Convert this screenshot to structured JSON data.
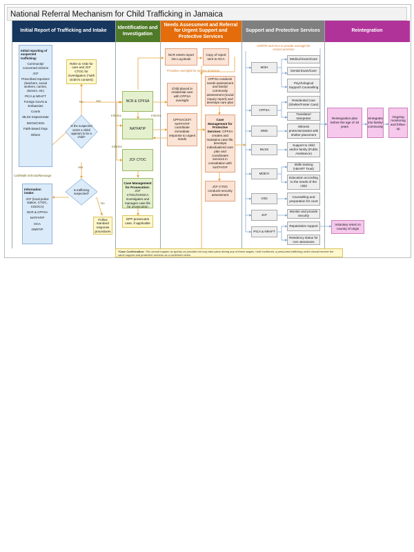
{
  "title": "National Referral Mechanism for Child Trafficking in Jamaica",
  "columns": [
    {
      "label": "Initial Report of Trafficking and Intake",
      "color": "#17375e"
    },
    {
      "label": "Identification and Investigation",
      "color": "#4f7a28"
    },
    {
      "label": "Needs Assessment and Referral for Urgent Support and Protective Services",
      "color": "#e46c0a"
    },
    {
      "label": "Support and Protective Services",
      "color": "#7f7f7f"
    },
    {
      "label": "Reintegration",
      "color": "#b0339a"
    }
  ],
  "intake": {
    "reporting_heading": "Initial reporting of suspected trafficking:",
    "reporters": [
      "Community/ concerned citizens",
      "JCF",
      "Prescribed reporters (teachers, social workers, nurses, doctors, etc)",
      "PICA & NRAFT",
      "Foreign Gov'ts & Embassies",
      "Courts",
      "MLSS Inspectorate",
      "NGOs/CSOs",
      "Faith-based Orgs",
      "Others"
    ],
    "intake_heading": "Information intake:",
    "intake_items": [
      "JCF (local police station, CTOC, CISOCA)",
      "NCR & CPFSA",
      "NATFATIP",
      "OCA",
      "ONRTIP"
    ],
    "refer_box": "Refer to VSD for care and JCF CTOC for investigation (*with victim's consent)",
    "decision_child": "Is the suspected victim a child/ appears to be a child?",
    "decision_trafficking": "Is trafficking suspected?",
    "follow_box": "Follow standard response procedures",
    "label_yes1": "Yes",
    "label_no1": "No",
    "label_yes2": "Yes",
    "label_no2": "No",
    "label_call": "Call/Walk-in/Email/Message"
  },
  "identification": {
    "ncr_cpfsa": "NCR & CPFSA",
    "natfatip": "NATFATIP",
    "jcf_ctoc": "JCF CTOC",
    "case_mgmt_bold": "Case Management for Prosecution:",
    "case_mgmt_rest": " JCF CTOC/CISOCA investigates and manages case file for prosecution",
    "dpp": "DPP prosecutes case, if applicable",
    "label_informs1": "Informs",
    "label_informs2": "Informs",
    "label_informs3": "Informs"
  },
  "needs": {
    "ncr_logbook": "NCR enters report into Log Book",
    "copy_oca": "Copy of report sent to OCA",
    "oversight": "Provides oversight for service provision",
    "child_placed": "Child placed in residential care with CPFSA oversight",
    "cpfsa_conducts": "CPFSA conducts needs assessment and family/ community assessment (social inquiry report) and develops care plan",
    "cpfsa_jcf": "CPFSA/JCF/ NATFATIP coordinate immediate response to urgent needs",
    "case_mgmt_bold": "Case Management for Protective Services:",
    "case_mgmt_rest": " CPFSA creates and maintains case file, develops individualized care plan and coordinates services in consultation with NATFATIP",
    "jcf_security": "JCF-CTOC conducts security assessment"
  },
  "support": {
    "oversight_note": "ONRTIP and OCA to provide oversight for service provision",
    "agencies": [
      "MOH",
      "CPFSA",
      "MNS",
      "MLSS",
      "MOEYI",
      "VSD",
      "JCF",
      "PICA & NRAFT"
    ],
    "services": [
      "Medical Exam/Care",
      "Dental Exam/Care",
      "Psychological Support/ Counselling",
      "Residential Care (Shelter/Foster Care)",
      "Translator/ Interpreter",
      "Witness protection/assist with shelter placement",
      "Support to child and/or family (Public Assistance)",
      "Skills training (HEART Trust)",
      "Education according to the needs of the child",
      "Counselling and preparation for court",
      "Monitor and provide security",
      "Repatriation support",
      "Residency status for non-Jamaicans"
    ]
  },
  "reintegration": {
    "plan": "Reintegration plan before the age of 18 years",
    "family": "Reintegration into family/ community",
    "monitoring": "Ongoing monitoring and follow-up",
    "voluntary": "Voluntary return to country of origin"
  },
  "note": {
    "bold": "*Case Confirmation:",
    "text": " This should happen as quickly as possible but may take place during any of these stages. Until confirmed, a presumed trafficking victim should receive the same support and protective services as a confirmed victim."
  },
  "colors": {
    "arrow": "#e8a33a",
    "connector": "#7aa3d1"
  }
}
